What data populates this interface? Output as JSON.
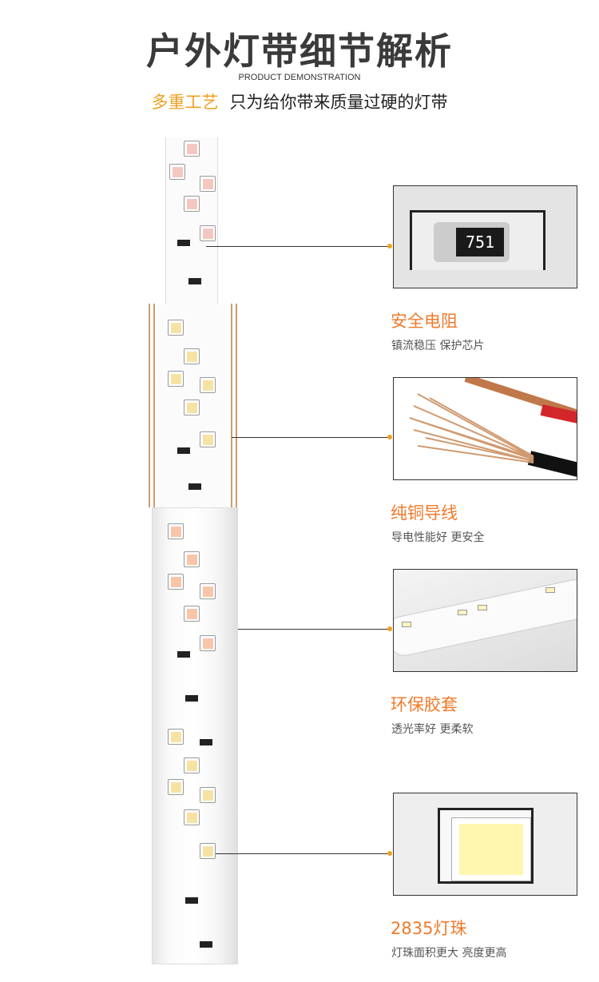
{
  "header": {
    "title": "户外灯带细节解析",
    "subtitle_en": "PRODUCT DEMONSTRATION",
    "tagline_highlight": "多重工艺",
    "tagline": "只为给你带来质量过硬的灯带"
  },
  "features": [
    {
      "title": "安全电阻",
      "desc": "镇流稳压 保护芯片",
      "chip_text": "751"
    },
    {
      "title": "纯铜导线",
      "desc": "导电性能好 更安全"
    },
    {
      "title": "环保胶套",
      "desc": "透光率好 更柔软"
    },
    {
      "title": "2835灯珠",
      "desc": "灯珠面积更大 亮度更高"
    }
  ],
  "colors": {
    "accent": "#f07a2a",
    "tagline_accent": "#f0a020"
  }
}
